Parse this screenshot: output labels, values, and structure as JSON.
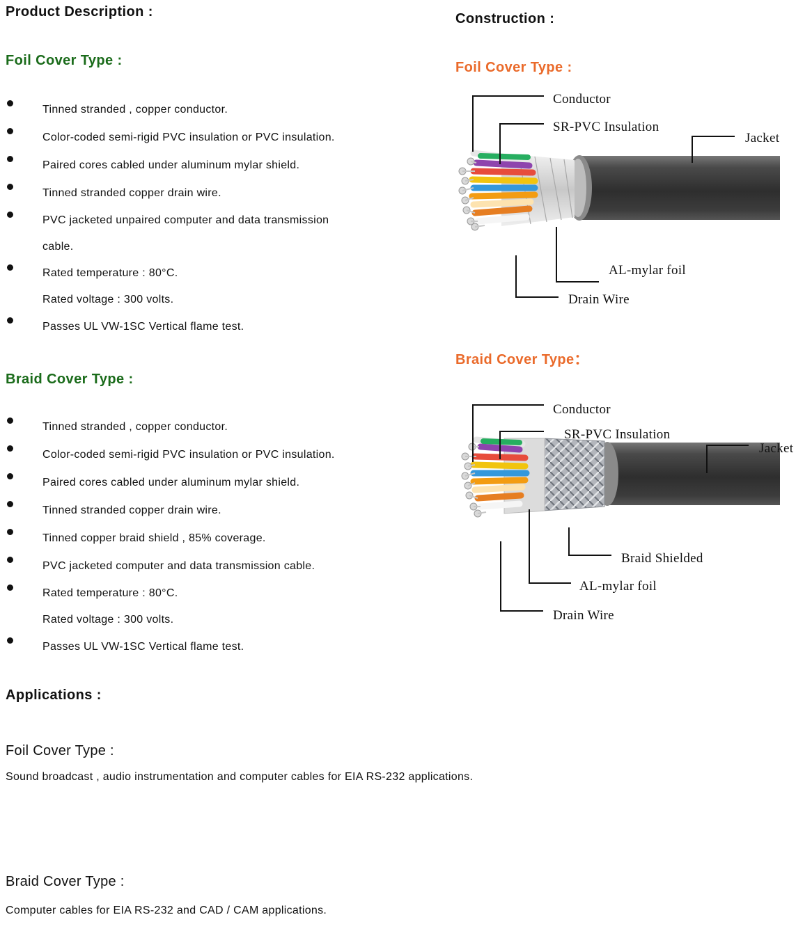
{
  "product_description": {
    "heading": "Product Description :",
    "foil": {
      "heading": "Foil Cover Type :",
      "items": [
        [
          "Tinned stranded , copper conductor."
        ],
        [
          "Color-coded semi-rigid PVC insulation or PVC insulation."
        ],
        [
          "Paired cores cabled under aluminum mylar shield."
        ],
        [
          "Tinned stranded copper drain wire."
        ],
        [
          "PVC jacketed unpaired computer and data transmission",
          "cable."
        ],
        [
          "Rated temperature : 80°C.",
          "Rated voltage : 300 volts."
        ],
        [
          "Passes UL VW-1SC Vertical flame test."
        ]
      ]
    },
    "braid": {
      "heading": "Braid Cover Type :",
      "items": [
        [
          "Tinned stranded , copper conductor."
        ],
        [
          "Color-coded semi-rigid PVC insulation or PVC insulation."
        ],
        [
          "Paired cores cabled under aluminum mylar shield."
        ],
        [
          "Tinned stranded copper drain wire."
        ],
        [
          "Tinned copper braid shield , 85% coverage."
        ],
        [
          "PVC jacketed computer and data transmission cable."
        ],
        [
          "Rated temperature : 80°C.",
          "Rated voltage : 300 volts."
        ],
        [
          "Passes UL VW-1SC Vertical flame test."
        ]
      ]
    }
  },
  "construction": {
    "heading": "Construction :",
    "foil": {
      "heading": "Foil Cover Type :",
      "labels": {
        "conductor": "Conductor",
        "insulation": "SR-PVC Insulation",
        "jacket": "Jacket",
        "foil": "AL-mylar foil",
        "drain": "Drain Wire"
      }
    },
    "braid": {
      "heading": "Braid Cover Type：",
      "labels": {
        "conductor": "Conductor",
        "insulation": "SR-PVC Insulation",
        "jacket": "Jacket",
        "braid": "Braid Shielded",
        "foil": "AL-mylar foil",
        "drain": "Drain Wire"
      }
    }
  },
  "applications": {
    "heading": "Applications :",
    "foil": {
      "heading": "Foil Cover Type :",
      "text": "Sound broadcast , audio instrumentation and computer cables for EIA RS-232 applications."
    },
    "braid": {
      "heading": "Braid Cover Type :",
      "text": "Computer cables for EIA RS-232 and CAD / CAM applications."
    }
  },
  "colors": {
    "green_heading": "#1a6b1a",
    "orange_heading": "#ea6a2a",
    "jacket": "#3a3a3a"
  }
}
